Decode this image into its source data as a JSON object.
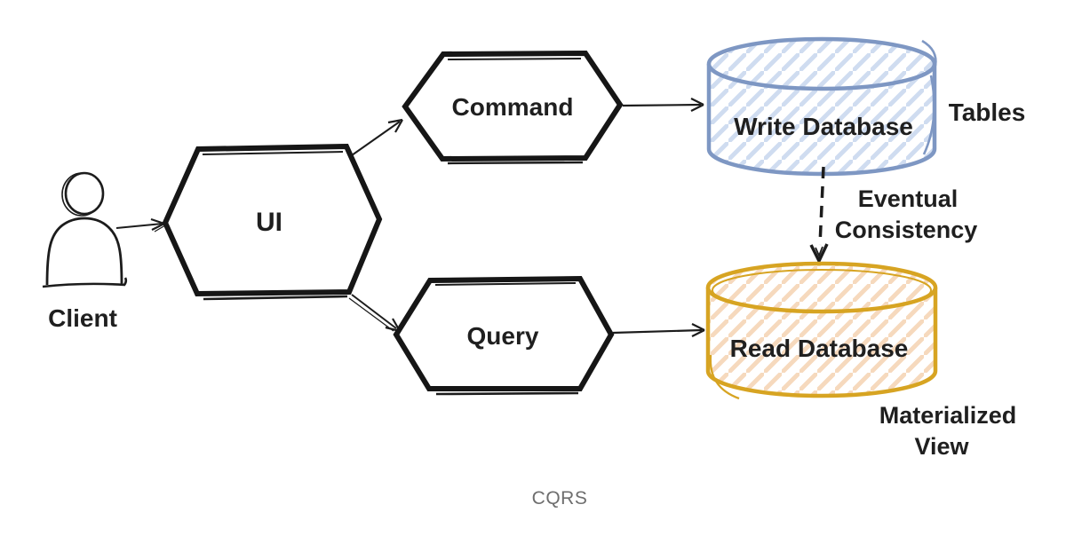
{
  "diagram": {
    "caption": "CQRS",
    "client": {
      "label": "Client"
    },
    "ui": {
      "label": "UI"
    },
    "command": {
      "label": "Command"
    },
    "query": {
      "label": "Query"
    },
    "write_db": {
      "label": "Write Database",
      "annotation": "Tables"
    },
    "read_db": {
      "label": "Read Database",
      "annotation_line1": "Materialized",
      "annotation_line2": "View"
    },
    "consistency": {
      "line1": "Eventual",
      "line2": "Consistency"
    },
    "colors": {
      "ink": "#1c1c1c",
      "text": "#1f1f1f",
      "write_db": "#7e97c3",
      "write_db_hatch": "#cfdcf0",
      "read_db": "#d7a422",
      "read_db_hatch": "#f6d9bd",
      "caption": "#6e6e6e"
    }
  }
}
